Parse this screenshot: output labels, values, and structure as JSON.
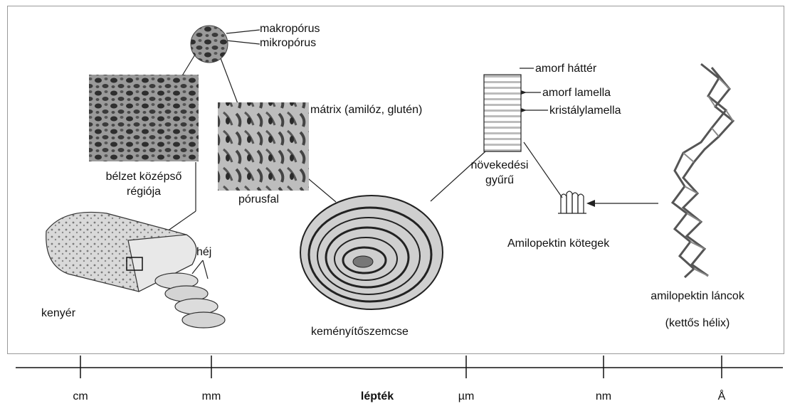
{
  "labels": {
    "makroporus": "makropórus",
    "mikroporus": "mikropórus",
    "belzet_line1": "bélzet középső",
    "belzet_line2": "régiója",
    "matrix": "mátrix (amilóz, glutén)",
    "porusfal": "pórusfal",
    "amorf_hatter": "amorf háttér",
    "amorf_lamella": "amorf lamella",
    "kristalylamella": "kristálylamella",
    "novekedesi": "növekedési",
    "gyuru": "gyűrű",
    "heja": "héj",
    "kenyer": "kenyér",
    "kemenyitoszemcse": "keményítőszemcse",
    "amilopektin_kotegek": "Amilopektin kötegek",
    "amilopektin_lancok": "amilopektin láncok",
    "kettos_helix": "(kettős hélix)"
  },
  "scale": {
    "title": "lépték",
    "ticks": [
      "cm",
      "mm",
      "µm",
      "nm",
      "Å"
    ]
  },
  "colors": {
    "ink": "#111111",
    "frame": "#9a9a9a",
    "texture_dark": "#333333",
    "texture_light": "#9a9a9a"
  }
}
